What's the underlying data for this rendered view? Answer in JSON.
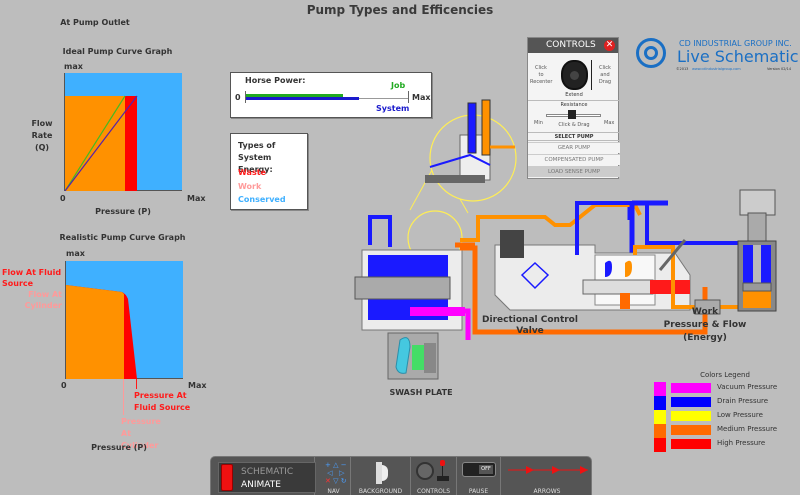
{
  "page": {
    "title": "Pump Types and Efficencies",
    "subtitle": "At Pump Outlet"
  },
  "ideal_graph": {
    "title": "Ideal Pump Curve Graph",
    "y_max_label": "max",
    "y_label_lines": [
      "Flow",
      "Rate",
      "(Q)"
    ],
    "x_zero_label": "0",
    "x_max_label": "Max",
    "x_label": "Pressure (P)"
  },
  "realistic_graph": {
    "title": "Realistic Pump Curve Graph",
    "y_max_label": "max",
    "flow_at_fluid_source": "Flow At Fluid Source",
    "flow_at_cylinder": "Flow At Cylinder",
    "x_zero_label": "0",
    "x_max_label": "Max",
    "pressure_at_fluid_source": "Pressure At Fluid Source",
    "pressure_at_cylinder": "Pressure At Cylinder",
    "x_label": "Pressure (P)"
  },
  "horse_power": {
    "label": "Horse Power:",
    "min_label": "0",
    "max_label": "Max",
    "job_label": "Job",
    "system_label": "System",
    "job_fraction": 0.6,
    "system_fraction": 0.7
  },
  "energy_types": {
    "title_lines": [
      "Types of",
      "System Energy:"
    ],
    "items": [
      {
        "label": "Waste",
        "color": "#ff1a1a"
      },
      {
        "label": "Work",
        "color": "#ff9a9a"
      },
      {
        "label": "Conserved",
        "color": "#3fb0ff"
      }
    ]
  },
  "controls": {
    "title": "CONTROLS",
    "close_icon": "close-icon",
    "joystick": {
      "left_hint_lines": [
        "Click",
        "to",
        "Recenter"
      ],
      "right_hint_lines": [
        "Click",
        "and",
        "Drag"
      ],
      "caption": "Extend"
    },
    "resistance": {
      "label": "Resistance",
      "min_label": "Min",
      "max_label": "Max",
      "hint": "Click & Drag"
    },
    "select_pump_label": "SELECT PUMP",
    "pump_options": [
      {
        "label": "GEAR PUMP",
        "selected": false
      },
      {
        "label": "COMPENSATED PUMP",
        "selected": false
      },
      {
        "label": "LOAD SENSE PUMP",
        "selected": true
      }
    ]
  },
  "branding": {
    "company": "CD INDUSTRIAL GROUP INC.",
    "product": "Live Schematic",
    "copyright": "©2013",
    "website": "www.cdindustrialgroup.com",
    "version": "Version 02/14"
  },
  "schematic": {
    "dcv_label_lines": [
      "Directional Control",
      "Valve"
    ],
    "work_label_lines": [
      "Work",
      "Pressure & Flow",
      "(Energy)"
    ],
    "swash_plate_label": "SWASH PLATE"
  },
  "colors_legend": {
    "title": "Colors Legend",
    "items": [
      {
        "label": "Vacuum Pressure",
        "color": "#ff00ff"
      },
      {
        "label": "Drain Pressure",
        "color": "#0000ff"
      },
      {
        "label": "Low Pressure",
        "color": "#ffff00"
      },
      {
        "label": "Medium Pressure",
        "color": "#ff6a00"
      },
      {
        "label": "High Pressure",
        "color": "#ff0000"
      }
    ]
  },
  "toolbar": {
    "mode_top": "SCHEMATIC",
    "mode_bottom": "ANIMATE",
    "nav_label": "NAV",
    "background_label": "BACKGROUND",
    "controls_label": "CONTROLS",
    "pause_label": "PAUSE",
    "pause_state": "OFF",
    "arrows_label": "ARROWS"
  }
}
